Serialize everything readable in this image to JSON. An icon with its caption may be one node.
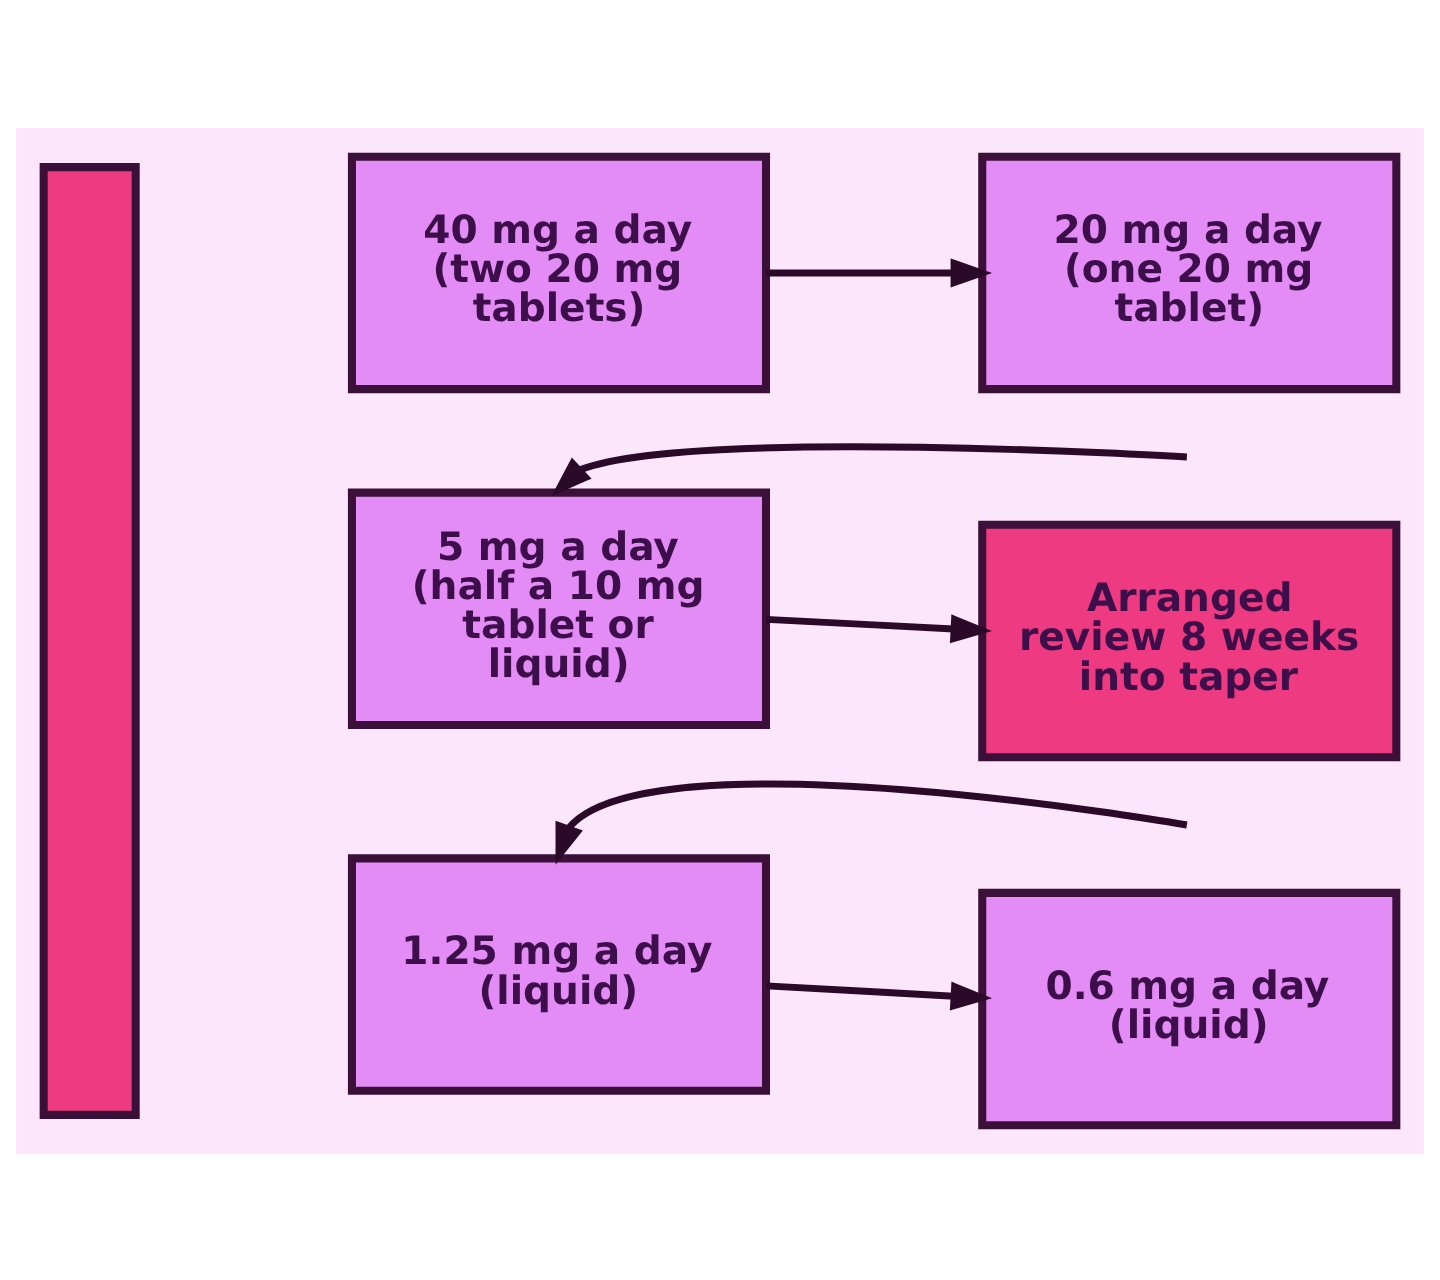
{
  "diagram": {
    "nodes": [
      {
        "text": [],
        "shape": "box"
      },
      {
        "text": [
          "40 mg a day (two 20 mg tablets)"
        ]
      },
      {
        "text": [
          "20 mg a day (one 20 mg tablet)"
        ]
      },
      {
        "text": [
          "5 mg a day (half a 10 mg tablet or liquid)"
        ]
      },
      {
        "text": [
          "Arranged review 8 weeks into taper"
        ]
      },
      {
        "text": [
          "1.25 mg a day (liquid)"
        ]
      },
      {
        "text": [
          "0.6 mg a day (liquid)"
        ]
      }
    ],
    "edges": [
      {
        "from": 1,
        "to": 2,
        "arrow": "to"
      },
      {
        "from": null,
        "to": 3,
        "arrow": "to"
      },
      {
        "from": 3,
        "to": 4,
        "arrow": "to"
      },
      {
        "from": null,
        "to": 5,
        "arrow": "to"
      },
      {
        "from": 5,
        "to": 6,
        "arrow": "to"
      }
    ]
  }
}
